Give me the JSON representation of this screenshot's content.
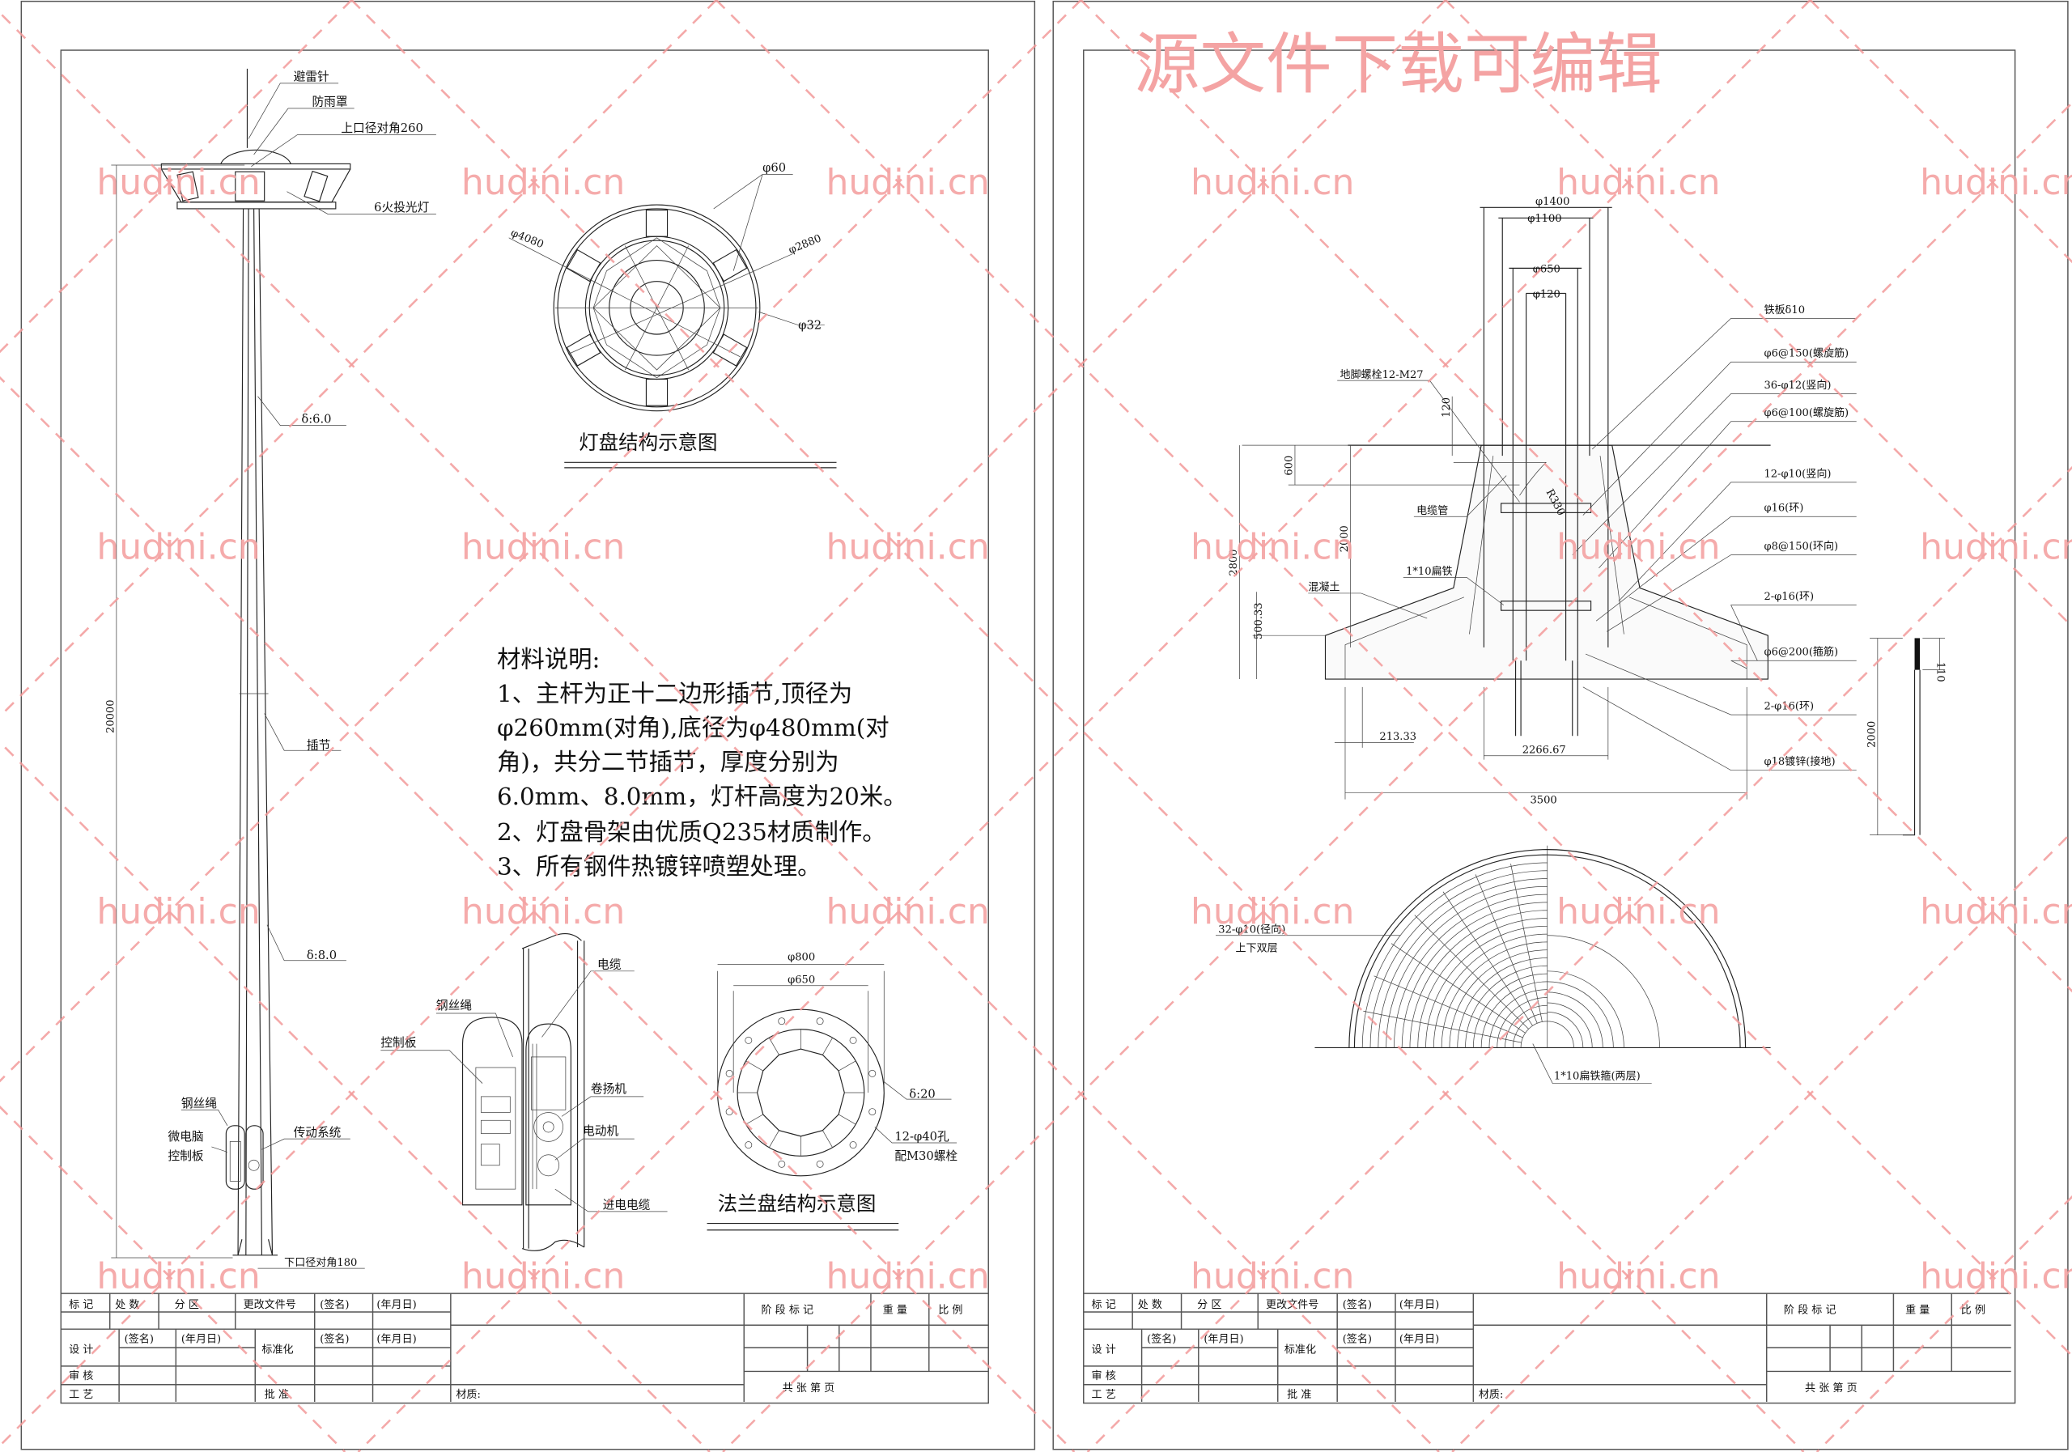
{
  "watermark": {
    "text": "hudini.cn",
    "banner": "源文件下载可编辑",
    "color": "#f4a3a3"
  },
  "pole_elevation": {
    "lightning_rod": "避雷针",
    "rain_cover": "防雨罩",
    "top_diameter": "上口径对角260",
    "floodlights": "6火投光灯",
    "thickness_upper": "δ:6.0",
    "splice": "插节",
    "thickness_lower": "δ:8.0",
    "wire_rope": "钢丝绳",
    "microcomputer": "微电脑",
    "control_board": "控制板",
    "drive_system": "传动系统",
    "bottom_diameter": "下口径对角180",
    "height_dim": "20000"
  },
  "lamp_plate": {
    "title": "灯盘结构示意图",
    "d60": "φ60",
    "d4080": "φ4080",
    "d2880": "φ2880",
    "d32": "φ32"
  },
  "material_notes": {
    "heading": "材料说明:",
    "lines": [
      "1、主杆为正十二边形插节,顶径为",
      "φ260mm(对角),底径为φ480mm(对",
      "角)，共分二节插节，厚度分别为",
      "6.0mm、8.0mm，灯杆高度为20米。",
      "2、灯盘骨架由优质Q235材质制作。",
      "3、所有钢件热镀锌喷塑处理。"
    ]
  },
  "control_detail": {
    "cable": "电缆",
    "wire_rope": "钢丝绳",
    "control_board": "控制板",
    "winch": "卷扬机",
    "motor": "电动机",
    "incoming_cable": "进电电缆"
  },
  "flange": {
    "title": "法兰盘结构示意图",
    "d800": "φ800",
    "d650": "φ650",
    "thickness": "δ:20",
    "holes": "12-φ40孔",
    "bolts": "配M30螺栓"
  },
  "foundation": {
    "d1400": "φ1400",
    "d1100": "φ1100",
    "d650": "φ650",
    "d120": "φ120",
    "anchor_bolts": "地脚螺栓12-M27",
    "dim120": "120",
    "cable_pipe": "电缆管",
    "flat_iron": "1*10扁铁",
    "concrete": "混凝土",
    "radius": "R330",
    "dim2800": "2800",
    "dim600": "600",
    "dim2000": "2000",
    "dim500": "500.33",
    "dim213": "213.33",
    "dim2266": "2266.67",
    "dim3500": "3500",
    "right_labels": [
      "铁板δ10",
      "φ6@150(螺旋筋)",
      "36-φ12(竖向)",
      "φ6@100(螺旋筋)",
      "12-φ10(竖向)",
      "φ16(环)",
      "φ8@150(环向)",
      "2-φ16(环)",
      "φ6@200(箍筋)",
      "2-φ16(环)",
      "φ18镀锌(接地)"
    ],
    "bar_dim2000": "2000",
    "bar_dim110": "110"
  },
  "foundation_plan": {
    "radial_bars": "32-φ10(径向)",
    "double_layer": "上下双层",
    "hoop": "1*10扁铁箍(两层)"
  },
  "title_block": {
    "mark": "标 记",
    "count": "处 数",
    "zone": "分 区",
    "change_doc": "更改文件号",
    "signature": "(签名)",
    "date": "(年月日)",
    "design": "设 计",
    "standardization": "标准化",
    "review": "审 核",
    "process": "工 艺",
    "approve": "批 准",
    "material": "材质:",
    "stage_mark": "阶 段 标 记",
    "weight": "重 量",
    "scale": "比 例",
    "sheets": "共    张    第    页"
  }
}
